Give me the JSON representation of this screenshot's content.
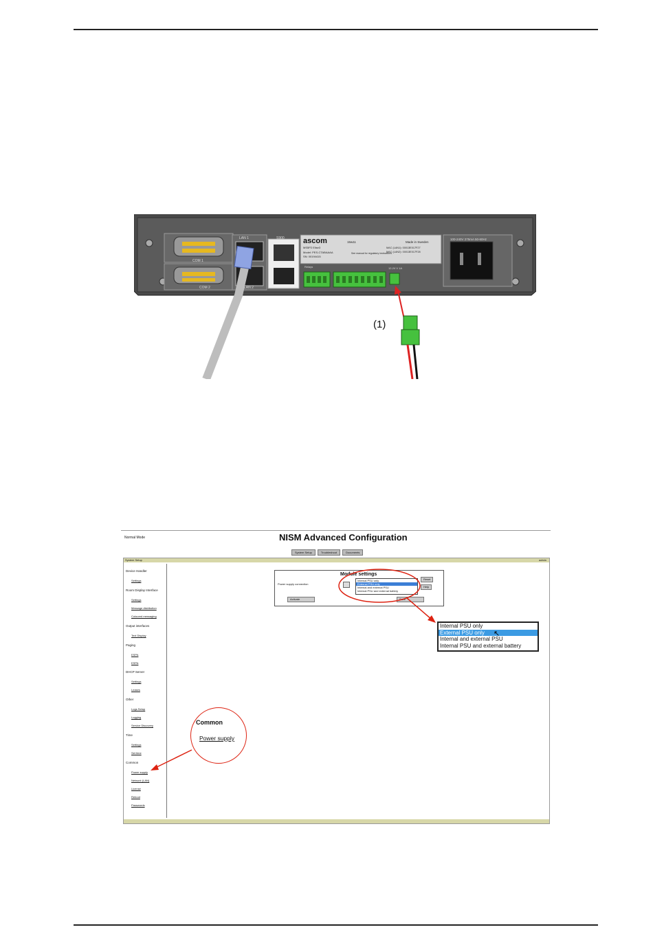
{
  "figure1": {
    "callout_label": "(1)",
    "label_plate": {
      "brand": "ascom",
      "model_line": "MS5P2 Elise3",
      "model_no": "Model: PES-CTABAAAA",
      "serial": "SN: 00194415",
      "date_code": "15w11",
      "note": "See manual for regulatory instructions",
      "made_in": "Made in Sweden",
      "mac1": "MAC (LAN1): 00013E017F27",
      "mac2": "MAC (LAN2): 00013E017F28",
      "power_rating": "100-240V 275mA 50-60Hz",
      "dc_rating": "12-24 V 1A"
    },
    "port_labels": {
      "com1": "COM 1",
      "com2": "COM 2",
      "lan1": "LAN 1",
      "lan2": "LAN 2",
      "s900": "S900",
      "relays": "Relays",
      "dc_in": "12-24 V 1A"
    }
  },
  "figure2": {
    "mode": "Normal Mode",
    "title": "NISM Advanced Configuration",
    "tabs": [
      "System Setup",
      "Troubleshoot",
      "Documents"
    ],
    "section_bar": "System Setup",
    "user": "admin",
    "sidebar": [
      {
        "heading": "Device Handler",
        "links": [
          "Settings"
        ]
      },
      {
        "heading": "Room Display Interface",
        "links": [
          "Settings",
          "Message distribution",
          "Coloured messaging"
        ]
      },
      {
        "heading": "Output interfaces",
        "links": [
          "Text Display"
        ]
      },
      {
        "heading": "Paging",
        "links": [
          "ESPA",
          "ESPA"
        ]
      },
      {
        "heading": "DHCP Server",
        "links": [
          "Settings",
          "Leases"
        ]
      },
      {
        "heading": "Other",
        "links": [
          "Logs Setup",
          "Logging",
          "Service Discovery"
        ]
      },
      {
        "heading": "Time",
        "links": [
          "Settings",
          "Set time"
        ]
      },
      {
        "heading": "Common",
        "links": [
          "Power supply",
          "Network (LAN)",
          "License",
          "Reboot",
          "Passwords"
        ]
      }
    ],
    "module": {
      "title": "Module settings",
      "label": "Power supply connection",
      "options": [
        "Internal PSU only",
        "External PSU only",
        "Internal and external PSU",
        "Internal PSU and external battery"
      ],
      "selected": "External PSU only",
      "activate": "Activate",
      "save": "Save",
      "side_btn1": "Reset",
      "side_btn2": "Help"
    },
    "zoom_options": [
      "Internal PSU only",
      "External PSU only",
      "Internal and external PSU",
      "Internal PSU and external battery"
    ],
    "zoom_selected": "External PSU only",
    "callout": {
      "heading": "Common",
      "link": "Power supply"
    }
  }
}
